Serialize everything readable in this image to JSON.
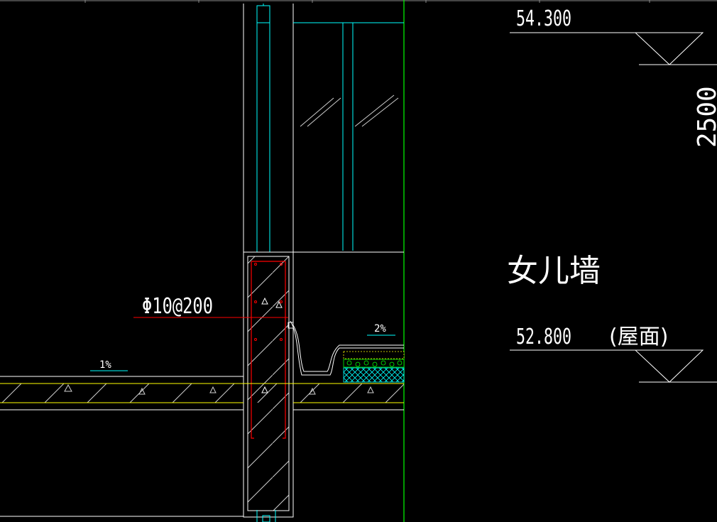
{
  "drawing": {
    "background_color": "#000000",
    "colors": {
      "white": "#ffffff",
      "cyan": "#00ffff",
      "green": "#00ff00",
      "red": "#ff0000",
      "yellow": "#ffff00",
      "gray": "#cfcfcf"
    },
    "labels": {
      "rebar_spec": "Φ10@200",
      "slope_left": "1%",
      "slope_right": "2%",
      "element_name": "女儿墙",
      "elevation_top": "54.300",
      "elevation_roof": "52.800",
      "roof_note": "(屋面)",
      "dimension_height": "2500"
    },
    "icons": {
      "elevation_marker": "triangle-elevation-marker-icon",
      "glass_hatch": "glass-hatch-icon",
      "concrete_hatch": "concrete-hatch-icon"
    }
  }
}
